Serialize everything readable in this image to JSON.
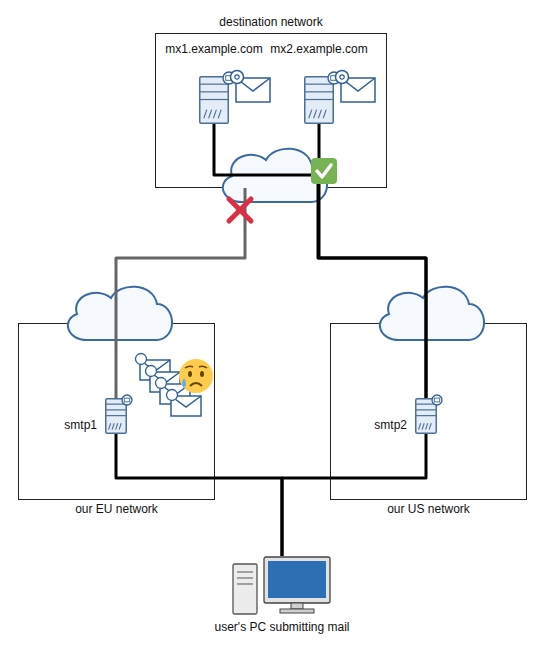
{
  "diagram": {
    "nodes": [
      {
        "text": [
          "destination network"
        ]
      },
      {
        "text": [
          "mx1.example.com"
        ],
        "in": 0
      },
      {
        "text": [
          "mx2.example.com"
        ],
        "in": 0
      },
      {
        "text": [
          "our EU network"
        ]
      },
      {
        "text": [
          "smtp1"
        ],
        "in": 3
      },
      {
        "text": [
          "our US network"
        ]
      },
      {
        "text": [
          "smtp2"
        ],
        "in": 5
      },
      {
        "text": [
          "user's PC submitting mail"
        ]
      }
    ],
    "edges": [
      {
        "from": 7,
        "to": 4,
        "arrow": "none"
      },
      {
        "from": 7,
        "to": 6,
        "arrow": "none"
      },
      {
        "from": 4,
        "to": 0,
        "arrow": "none"
      },
      {
        "from": 6,
        "to": 1,
        "arrow": "none"
      },
      {
        "from": 6,
        "to": 2,
        "arrow": "none"
      }
    ]
  }
}
